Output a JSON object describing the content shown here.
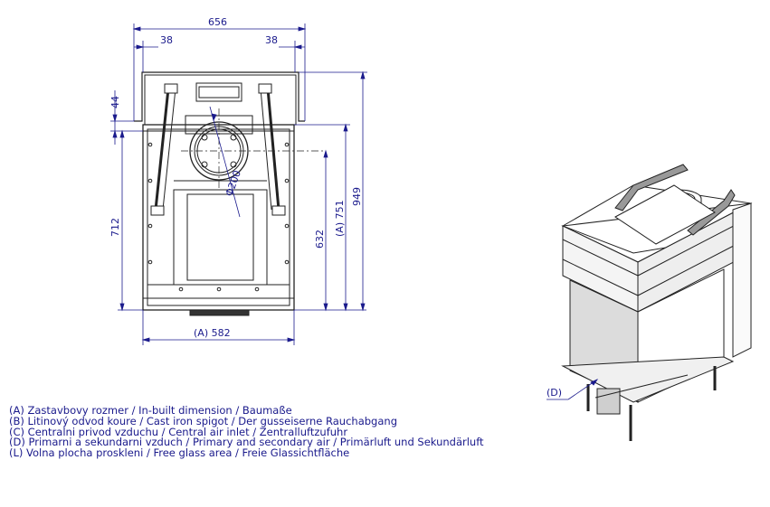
{
  "dimensions": {
    "width_total": "656",
    "side_left": "38",
    "side_right": "38",
    "height_44": "44",
    "height_712": "712",
    "height_632": "632",
    "height_751": "(A) 751",
    "height_949": "949",
    "width_582": "(A) 582",
    "diameter": "Φ200"
  },
  "callout_label": "(D)",
  "legend": [
    "(A)  Zastavbovy rozmer / In-built dimension / Baumaße",
    "(B)  Litinový odvod koure / Cast iron spigot / Der gusseiserne Rauchabgang",
    "(C)  Centralni privod vzduchu / Central air inlet / Zentralluftzufuhr",
    "(D)  Primarni a sekundarni vzduch / Primary and secondary air / Primärluft und  Sekundärluft",
    "(L)  Volna plocha proskleni / Free glass area / Freie Glassichtfläche"
  ],
  "colors": {
    "dimension": "#1a1a8c",
    "drawing": "#222222"
  }
}
